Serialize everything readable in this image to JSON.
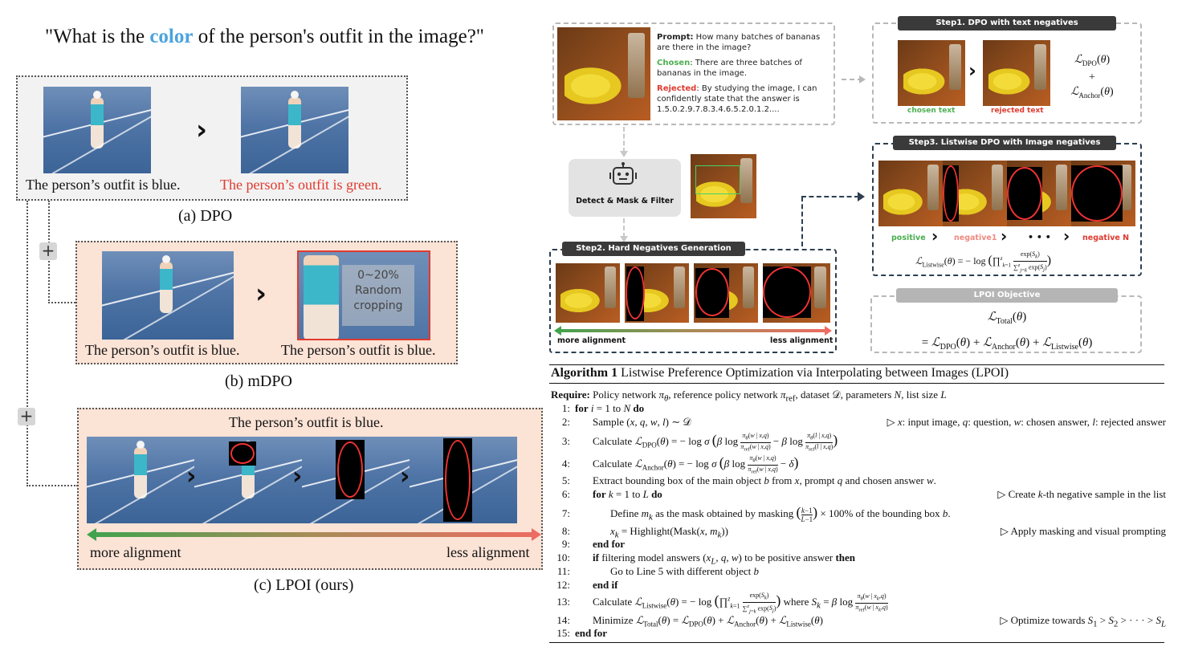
{
  "left": {
    "question_pre": "\"What is the ",
    "question_color": "color",
    "question_post": " of the person's outfit in the image?\"",
    "dpo": {
      "chosen": "The person’s outfit is blue.",
      "rejected": "The person’s outfit is green.",
      "caption": "(a) DPO"
    },
    "mdpo": {
      "chosen": "The person’s outfit is blue.",
      "rejected": "The person’s outfit is blue.",
      "crop_text": "0~20%\nRandom\ncropping",
      "caption": "(b) mDPO"
    },
    "lpoi": {
      "text": "The person’s outfit is blue.",
      "more": "more alignment",
      "less": "less alignment",
      "caption": "(c) LPOI (ours)"
    },
    "plus": "+"
  },
  "right": {
    "prompt_label": "Prompt:",
    "prompt_text": " How many batches of bananas are there in the image?",
    "chosen_label": "Chosen",
    "chosen_text": ": There are three batches of bananas in the image.",
    "rejected_label": "Rejected",
    "rejected_text": ": By studying the image, I can confidently state that the answer is 1.5.0.2.9.7.8.3.4.6.5.2.0.1.2....",
    "step1_title": "Step1. DPO with text negatives",
    "chosen_text_label": "chosen text",
    "rejected_text_label": "rejected text",
    "detect_label": "Detect & Mask & Filter",
    "step2_title": "Step2. Hard Negatives Generation",
    "more": "more alignment",
    "less": "less alignment",
    "step3_title": "Step3. Listwise DPO with Image negatives",
    "positive": "positive",
    "negative1": "negative1",
    "dots": "• • •",
    "negativeN": "negative N",
    "objective_title": "LPOI Objective"
  },
  "algorithm": {
    "title_bold": "Algorithm 1",
    "title_rest": " Listwise Preference Optimization via Interpolating between Images (LPOI)",
    "require_label": "Require:",
    "end_for": "end for",
    "end_if": "end if",
    "for_kw": "for",
    "do_kw": "do",
    "if_kw": "if",
    "then_kw": "then"
  },
  "colors": {
    "accent_blue": "#4aa3df",
    "rejected_red": "#e03a2f",
    "chosen_green": "#4caf50",
    "negative_pink": "#ef8a80",
    "lpoi_bg": "#fbe3d6",
    "dpo_bg": "#f2f2f2"
  }
}
